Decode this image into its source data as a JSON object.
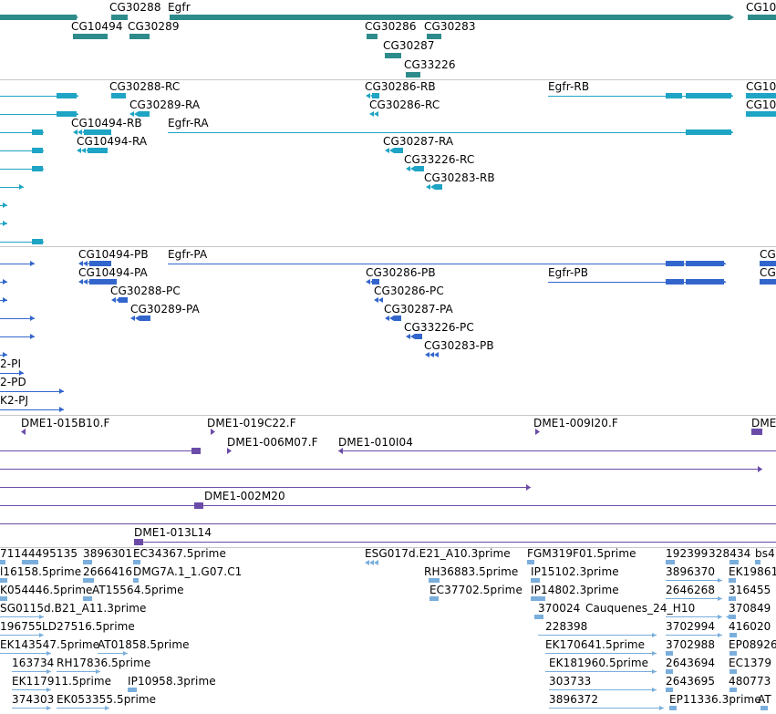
{
  "tracks": [
    {
      "id": "genes",
      "color": "#2e8b8b",
      "labels": [
        "CG30288",
        "Egfr",
        "CG10",
        "CG10494",
        "CG30289",
        "CG30286",
        "CG30283",
        "CG30287",
        "CG33226"
      ]
    },
    {
      "id": "transcripts_r",
      "color": "#1ea4c4",
      "labels": [
        "CG30288-RC",
        "CG30286-RB",
        "Egfr-RB",
        "CG10",
        "CG30289-RA",
        "CG30286-RC",
        "CG10",
        "CG10494-RB",
        "Egfr-RA",
        "CG10494-RA",
        "CG30287-RA",
        "CG33226-RC",
        "CG30283-RB"
      ]
    },
    {
      "id": "transcripts_p",
      "color": "#3366cc",
      "labels": [
        "CG10494-PB",
        "Egfr-PA",
        "CG",
        "CG10494-PA",
        "CG30286-PB",
        "Egfr-PB",
        "CG",
        "CG30288-PC",
        "CG30286-PC",
        "CG30289-PA",
        "CG30287-PA",
        "CG33226-PC",
        "CG30283-PB",
        "2-PI",
        "2-PD",
        "K2-PJ"
      ]
    },
    {
      "id": "clones",
      "color": "#6a4ca8",
      "labels": [
        "DME1-015B10.F",
        "DME1-019C22.F",
        "DME1-009I20.F",
        "DME",
        "DME1-006M07.F",
        "DME1-010I04",
        "DME1-002M20",
        "DME1-013L14"
      ]
    },
    {
      "id": "ests",
      "color": "#7aaedc",
      "labels": [
        "71144495135",
        "3896301",
        "EC34367.5prime",
        "ESG017d.E21_A10.3prime",
        "FGM319F01.5prime",
        "192399",
        "328434",
        "bs4",
        "l16158.5prime",
        "2666416",
        "DMG7A.1_1.G07.C1",
        "RH36883.5prime",
        "IP15102.3prime",
        "3896370",
        "EK19861",
        "K054446.5prime",
        "AT15564.5prime",
        "EC37702.5prime",
        "IP14802.3prime",
        "2646268",
        "316455",
        "SG0115d.B21_A11.3prime",
        "370024",
        "Cauquenes_24_H10",
        "370849",
        "196755",
        "LD27516.5prime",
        "228398",
        "3702994",
        "416020",
        "EK143547.5prime",
        "AT01858.5prime",
        "EK170641.5prime",
        "3702988",
        "EP08926",
        "163734",
        "RH17836.5prime",
        "EK181960.5prime",
        "2643694",
        "EC1379",
        "EK117911.5prime",
        "IP10958.3prime",
        "303733",
        "2643695",
        "480773",
        "374303",
        "EK053355.5prime",
        "3896372",
        "EP11336.3prime",
        "AT"
      ]
    }
  ]
}
